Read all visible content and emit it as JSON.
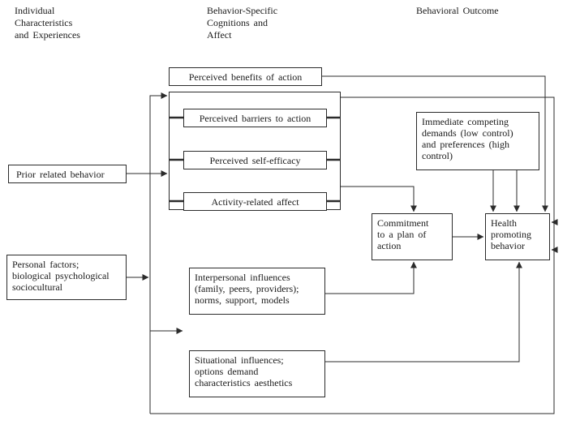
{
  "diagram": {
    "headers": {
      "individual": "Individual\nCharacteristics\nand Experiences",
      "cognitions": "Behavior-Specific\nCognitions and\nAffect",
      "outcome": "Behavioral Outcome"
    },
    "boxes": {
      "benefits": "Perceived benefits of action",
      "barriers": "Perceived barriers to action",
      "self_efficacy": "Perceived self-efficacy",
      "affect": "Activity-related affect",
      "prior": "Prior related behavior",
      "personal": "Personal factors;\nbiological psychological\nsociocultural",
      "competing": "Immediate competing\ndemands (low control)\nand preferences (high\ncontrol)",
      "commitment": "Commitment\nto a plan of\naction",
      "health": "Health\npromoting\nbehavior",
      "interpersonal": "Interpersonal influences\n(family, peers, providers);\nnorms, support, models",
      "situational": "Situational influences;\noptions demand\ncharacteristics aesthetics"
    },
    "colors": {
      "line": "#2b2b2b",
      "background": "#ffffff"
    }
  }
}
